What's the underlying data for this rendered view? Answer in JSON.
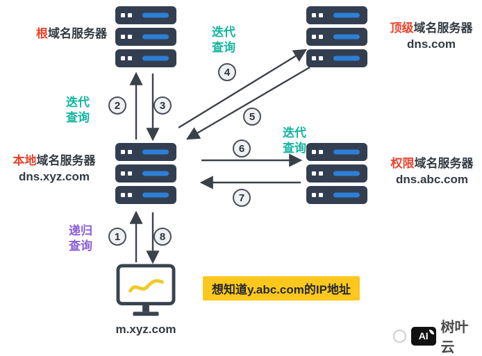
{
  "nodes": {
    "root": {
      "prefix": "根",
      "rest": "域名服务器"
    },
    "tld": {
      "prefix": "顶级",
      "rest": "域名服务器",
      "domain": "dns.com"
    },
    "local": {
      "prefix": "本地",
      "rest": "域名服务器",
      "domain": "dns.xyz.com"
    },
    "auth": {
      "prefix": "权限",
      "rest": "域名服务器",
      "domain": "dns.abc.com"
    },
    "client": {
      "domain": "m.xyz.com"
    }
  },
  "annotations": {
    "iterative_top": {
      "line1": "迭代",
      "line2": "查询"
    },
    "iterative_left": {
      "line1": "迭代",
      "line2": "查询"
    },
    "iterative_right": {
      "line1": "迭代",
      "line2": "查询"
    },
    "recursive": {
      "line1": "递归",
      "line2": "查询"
    }
  },
  "steps": [
    "1",
    "2",
    "3",
    "4",
    "5",
    "6",
    "7",
    "8"
  ],
  "callout": {
    "text": "想知道y.abc.com的IP地址"
  },
  "watermark": {
    "logo": "AI",
    "brand": "树叶云"
  },
  "colors": {
    "emphasis": "#e8432d",
    "iterative": "#13b5a0",
    "recursive": "#8a5dd8",
    "highlight": "#fcc81e",
    "server_body": "#333f50",
    "server_bar": "#2d7fd6",
    "arrow": "#3b4148"
  },
  "icons": [
    "server-icon",
    "monitor-icon",
    "leaf-icon"
  ]
}
